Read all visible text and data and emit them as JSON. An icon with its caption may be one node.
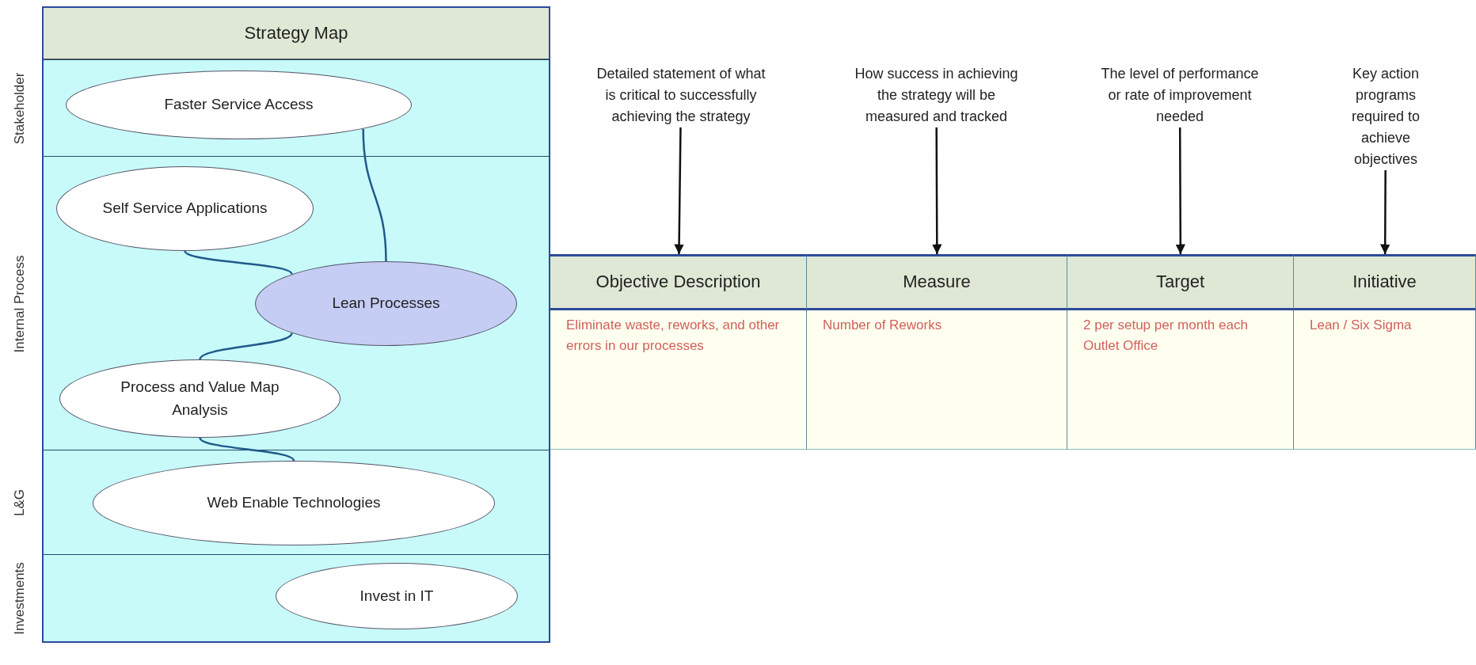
{
  "diagram": {
    "nodes": [
      {
        "text": [
          "Strategy Map"
        ]
      },
      {
        "text": [
          "Stakeholder"
        ],
        "in": 0
      },
      {
        "text": [
          "Internal Process"
        ],
        "in": 0
      },
      {
        "text": [
          "L&G"
        ],
        "in": 0
      },
      {
        "text": [
          "Investments"
        ],
        "in": 0
      },
      {
        "text": [
          "Faster Service Access"
        ],
        "in": 1
      },
      {
        "text": [
          "Self Service Applications"
        ],
        "in": 2
      },
      {
        "text": [
          "Lean Processes"
        ],
        "in": 2
      },
      {
        "text": [
          "Process and Value Map Analysis"
        ],
        "in": 2
      },
      {
        "text": [
          "Web Enable Technologies"
        ],
        "in": 3
      },
      {
        "text": [
          "Invest in IT"
        ],
        "in": 4
      },
      {
        "text": [
          "Detailed statement of what is critical to successfully achieving the strategy"
        ]
      },
      {
        "text": [
          "How success in achieving the strategy will be measured and tracked"
        ]
      },
      {
        "text": [
          "The level of performance or rate of improvement needed"
        ]
      },
      {
        "text": [
          "Key action programs required to achieve objectives"
        ]
      },
      {
        "text": [
          "Objective Description"
        ]
      },
      {
        "text": [
          "Measure"
        ]
      },
      {
        "text": [
          "Target"
        ]
      },
      {
        "text": [
          "Initiative"
        ]
      }
    ],
    "edges": [
      {
        "from": 7,
        "to": 5,
        "arrow": "none"
      },
      {
        "from": 6,
        "to": 7,
        "arrow": "none"
      },
      {
        "from": 8,
        "to": 7,
        "arrow": "none"
      },
      {
        "from": 9,
        "to": 8,
        "arrow": "none"
      },
      {
        "from": 11,
        "to": 15,
        "arrow": "to",
        "color": "#111111"
      },
      {
        "from": 12,
        "to": 16,
        "arrow": "to",
        "color": "#111111"
      },
      {
        "from": 13,
        "to": 17,
        "arrow": "to",
        "color": "#111111"
      },
      {
        "from": 14,
        "to": 18,
        "arrow": "to",
        "color": "#111111"
      }
    ],
    "labels": [
      "Eliminate waste, reworks, and other errors in our processes",
      "Number of Reworks",
      "2 per setup per month each Outlet Office",
      "Lean / Six Sigma"
    ]
  }
}
